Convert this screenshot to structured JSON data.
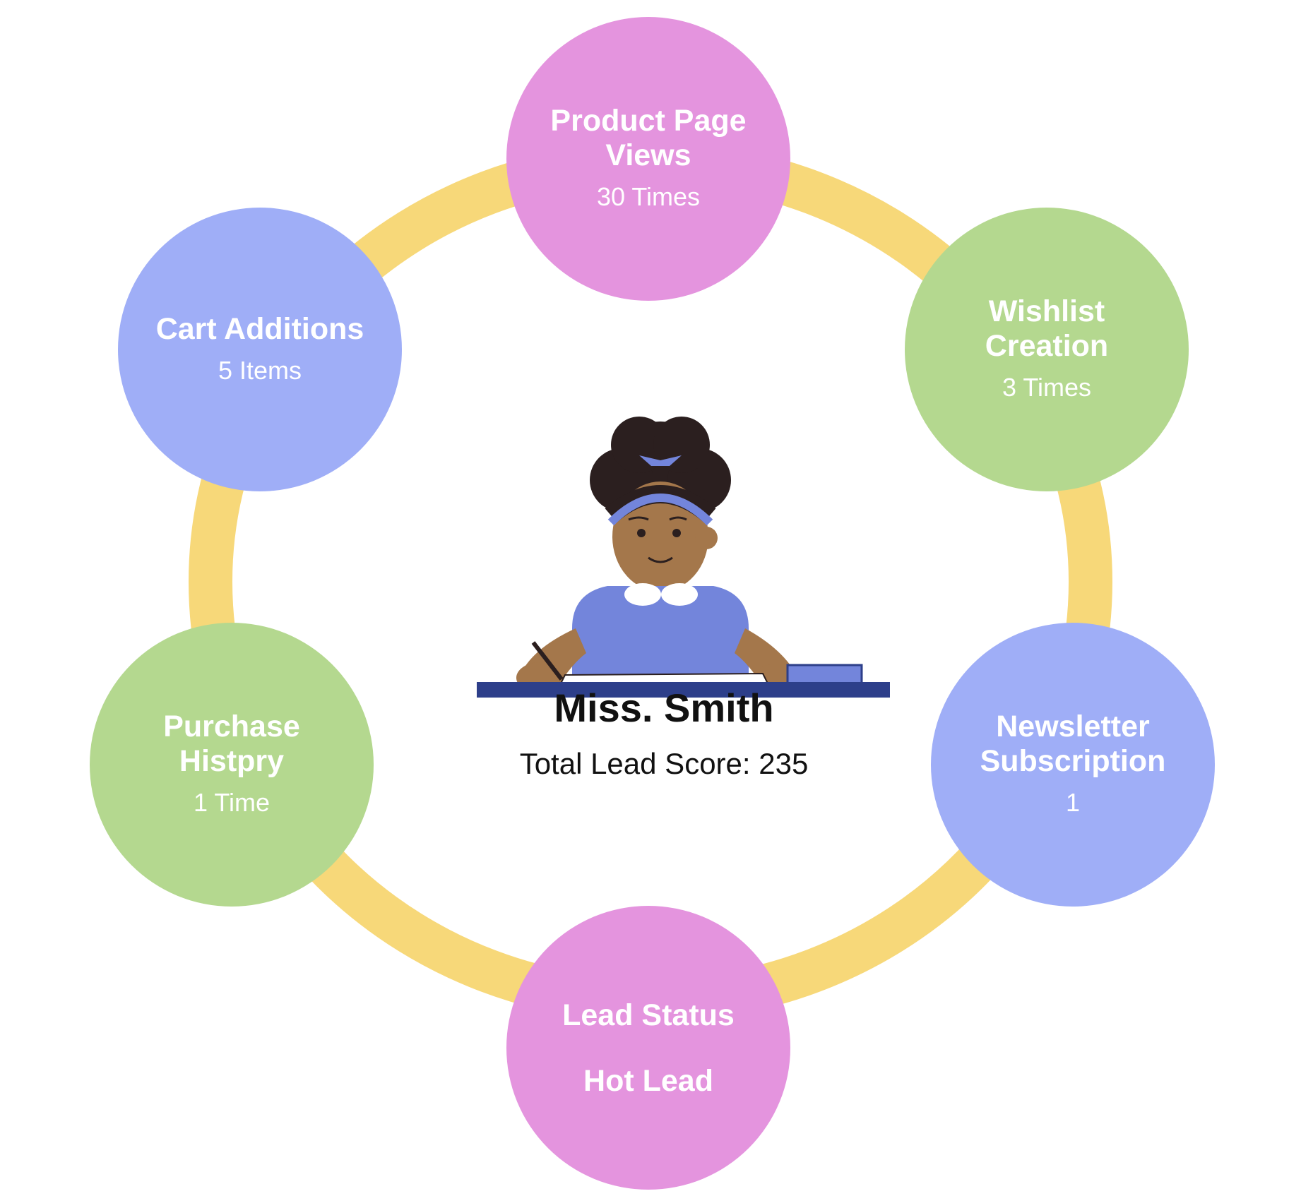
{
  "colors": {
    "ring": "#F7D879",
    "pink": "#E494DE",
    "blue": "#9FAEF7",
    "green": "#B4D88F",
    "shirt": "#7385DB",
    "desk": "#2D3F8A",
    "skin": "#A4774B",
    "hair": "#2B1F1F"
  },
  "center": {
    "name": "Miss. Smith",
    "score_text": "Total Lead Score: 235"
  },
  "nodes": [
    {
      "id": "product-page-views",
      "title": "Product Page Views",
      "value": "30 Times",
      "color": "pink"
    },
    {
      "id": "wishlist-creation",
      "title": "Wishlist Creation",
      "value": "3 Times",
      "color": "green"
    },
    {
      "id": "newsletter-subscription",
      "title": "Newsletter Subscription",
      "value": "1",
      "color": "blue"
    },
    {
      "id": "lead-status",
      "title": "Lead Status",
      "value": "Hot Lead",
      "color": "pink"
    },
    {
      "id": "purchase-history",
      "title": "Purchase Histpry",
      "value": "1 Time",
      "color": "green"
    },
    {
      "id": "cart-additions",
      "title": "Cart Additions",
      "value": "5 Items",
      "color": "blue"
    }
  ]
}
